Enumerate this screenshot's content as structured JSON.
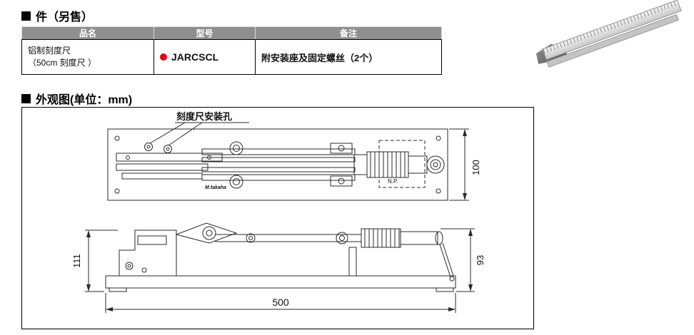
{
  "colors": {
    "header_bg": "#8f8f8f",
    "red_dot": "#e60012",
    "line": "#2a2a2a"
  },
  "sections": {
    "parts": {
      "marker": "■",
      "title": "件（另售）"
    },
    "outline": {
      "marker": "■",
      "title": "外观图(单位：mm)"
    }
  },
  "parts_table": {
    "headers": [
      "品名",
      "型号",
      "备注"
    ],
    "row": {
      "name_line1": "铝制刻度尺",
      "name_line2": "（50cm 刻度尺 ）",
      "model": "JARCSCL",
      "note": "附安装座及固定螺丝（2个）"
    }
  },
  "drawing": {
    "hole_label": "刻度尺安装孔",
    "np": "N.P.",
    "logo": "M.takaha",
    "dims": {
      "plate_depth": "100",
      "side_height_left": "111",
      "side_height_right": "93",
      "length": "500"
    }
  }
}
